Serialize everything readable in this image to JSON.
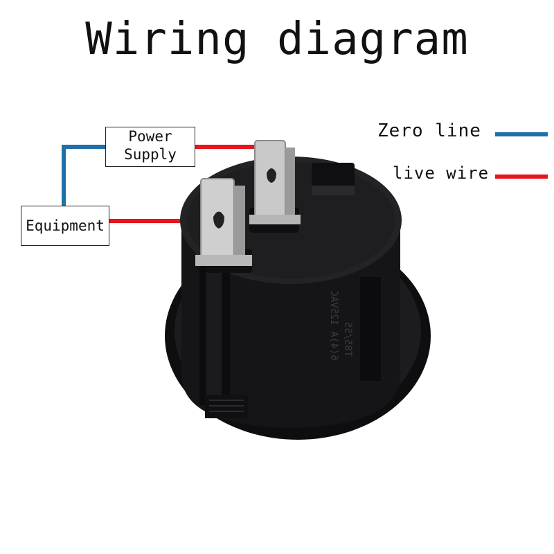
{
  "title": "Wiring diagram",
  "boxes": {
    "power_line1": "Power",
    "power_line2": "Supply",
    "equipment": "Equipment"
  },
  "legend": {
    "zero_line": "Zero line",
    "live_wire": "live wire"
  },
  "switch_markings": {
    "line1": "6(4)A 125VAC",
    "line2": "T85/55"
  },
  "colors": {
    "zero_line": "#1f6fa8",
    "live_wire": "#e8131b",
    "switch_body": "#1a1a1c",
    "terminal": "#c9c9c9"
  }
}
